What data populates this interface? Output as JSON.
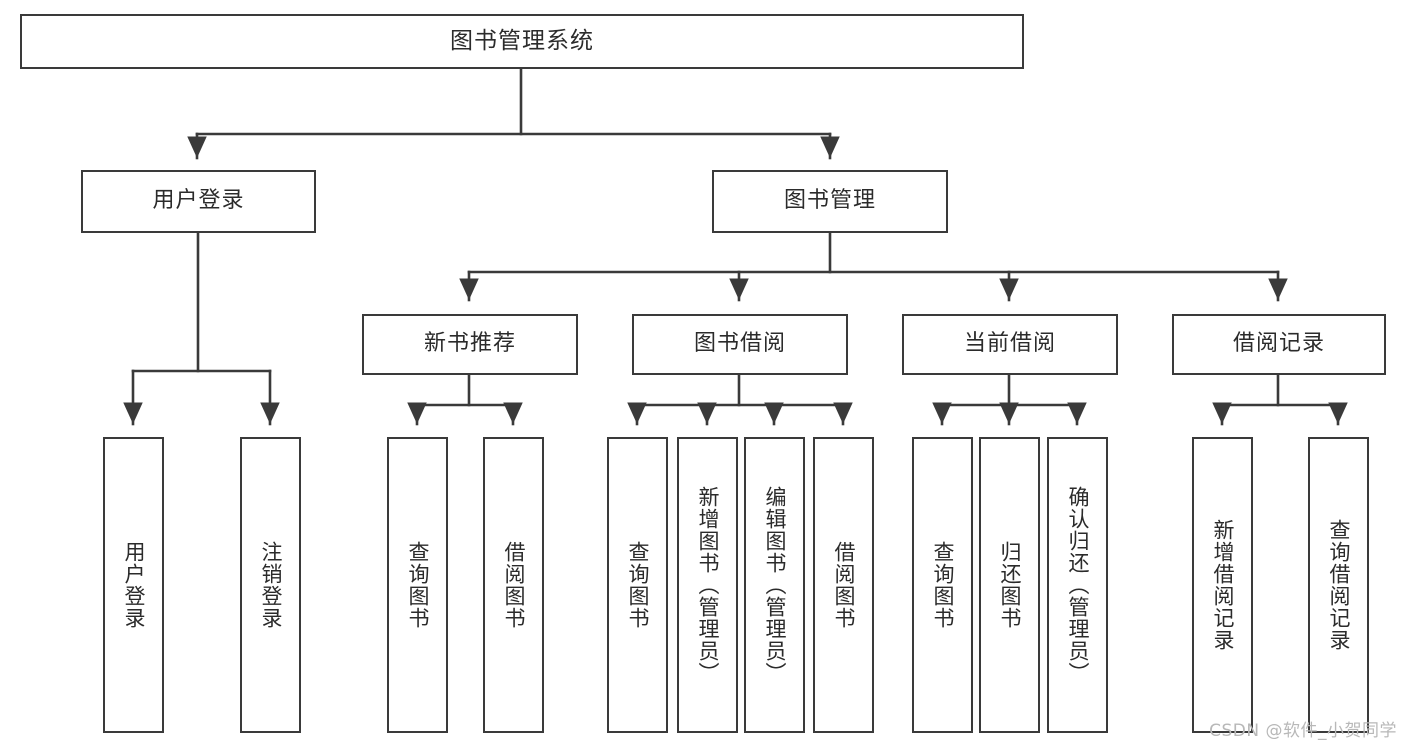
{
  "diagram": {
    "type": "tree-hierarchy",
    "title": "图书管理系统",
    "watermark": "CSDN @软件_小贺同学",
    "colors": {
      "box_border": "#3a3a3a",
      "box_fill": "#ffffff",
      "connector": "#3a3a3a",
      "text": "#2b2b2b",
      "watermark": "#b8b8b8",
      "background": "#ffffff"
    },
    "nodes": {
      "root": {
        "label": "图书管理系统"
      },
      "level1": [
        {
          "id": "user-login",
          "label": "用户登录"
        },
        {
          "id": "book-manage",
          "label": "图书管理"
        }
      ],
      "level2": [
        {
          "id": "new-book-recommend",
          "label": "新书推荐"
        },
        {
          "id": "book-borrow",
          "label": "图书借阅"
        },
        {
          "id": "current-borrow",
          "label": "当前借阅"
        },
        {
          "id": "borrow-record",
          "label": "借阅记录"
        }
      ],
      "leaves": {
        "user-login": [
          {
            "id": "leaf-user-login",
            "label": "用户登录"
          },
          {
            "id": "leaf-user-logout",
            "label": "注销登录"
          }
        ],
        "new-book-recommend": [
          {
            "id": "leaf-query-book-1",
            "label": "查询图书"
          },
          {
            "id": "leaf-borrow-book-1",
            "label": "借阅图书"
          }
        ],
        "book-borrow": [
          {
            "id": "leaf-query-book-2",
            "label": "查询图书"
          },
          {
            "id": "leaf-add-book",
            "label": "新增图书（管理员）"
          },
          {
            "id": "leaf-edit-book",
            "label": "编辑图书（管理员）"
          },
          {
            "id": "leaf-borrow-book-2",
            "label": "借阅图书"
          }
        ],
        "current-borrow": [
          {
            "id": "leaf-query-book-3",
            "label": "查询图书"
          },
          {
            "id": "leaf-return-book",
            "label": "归还图书"
          },
          {
            "id": "leaf-confirm-return",
            "label": "确认归还（管理员）"
          }
        ],
        "borrow-record": [
          {
            "id": "leaf-add-record",
            "label": "新增借阅记录"
          },
          {
            "id": "leaf-query-record",
            "label": "查询借阅记录"
          }
        ]
      }
    }
  }
}
